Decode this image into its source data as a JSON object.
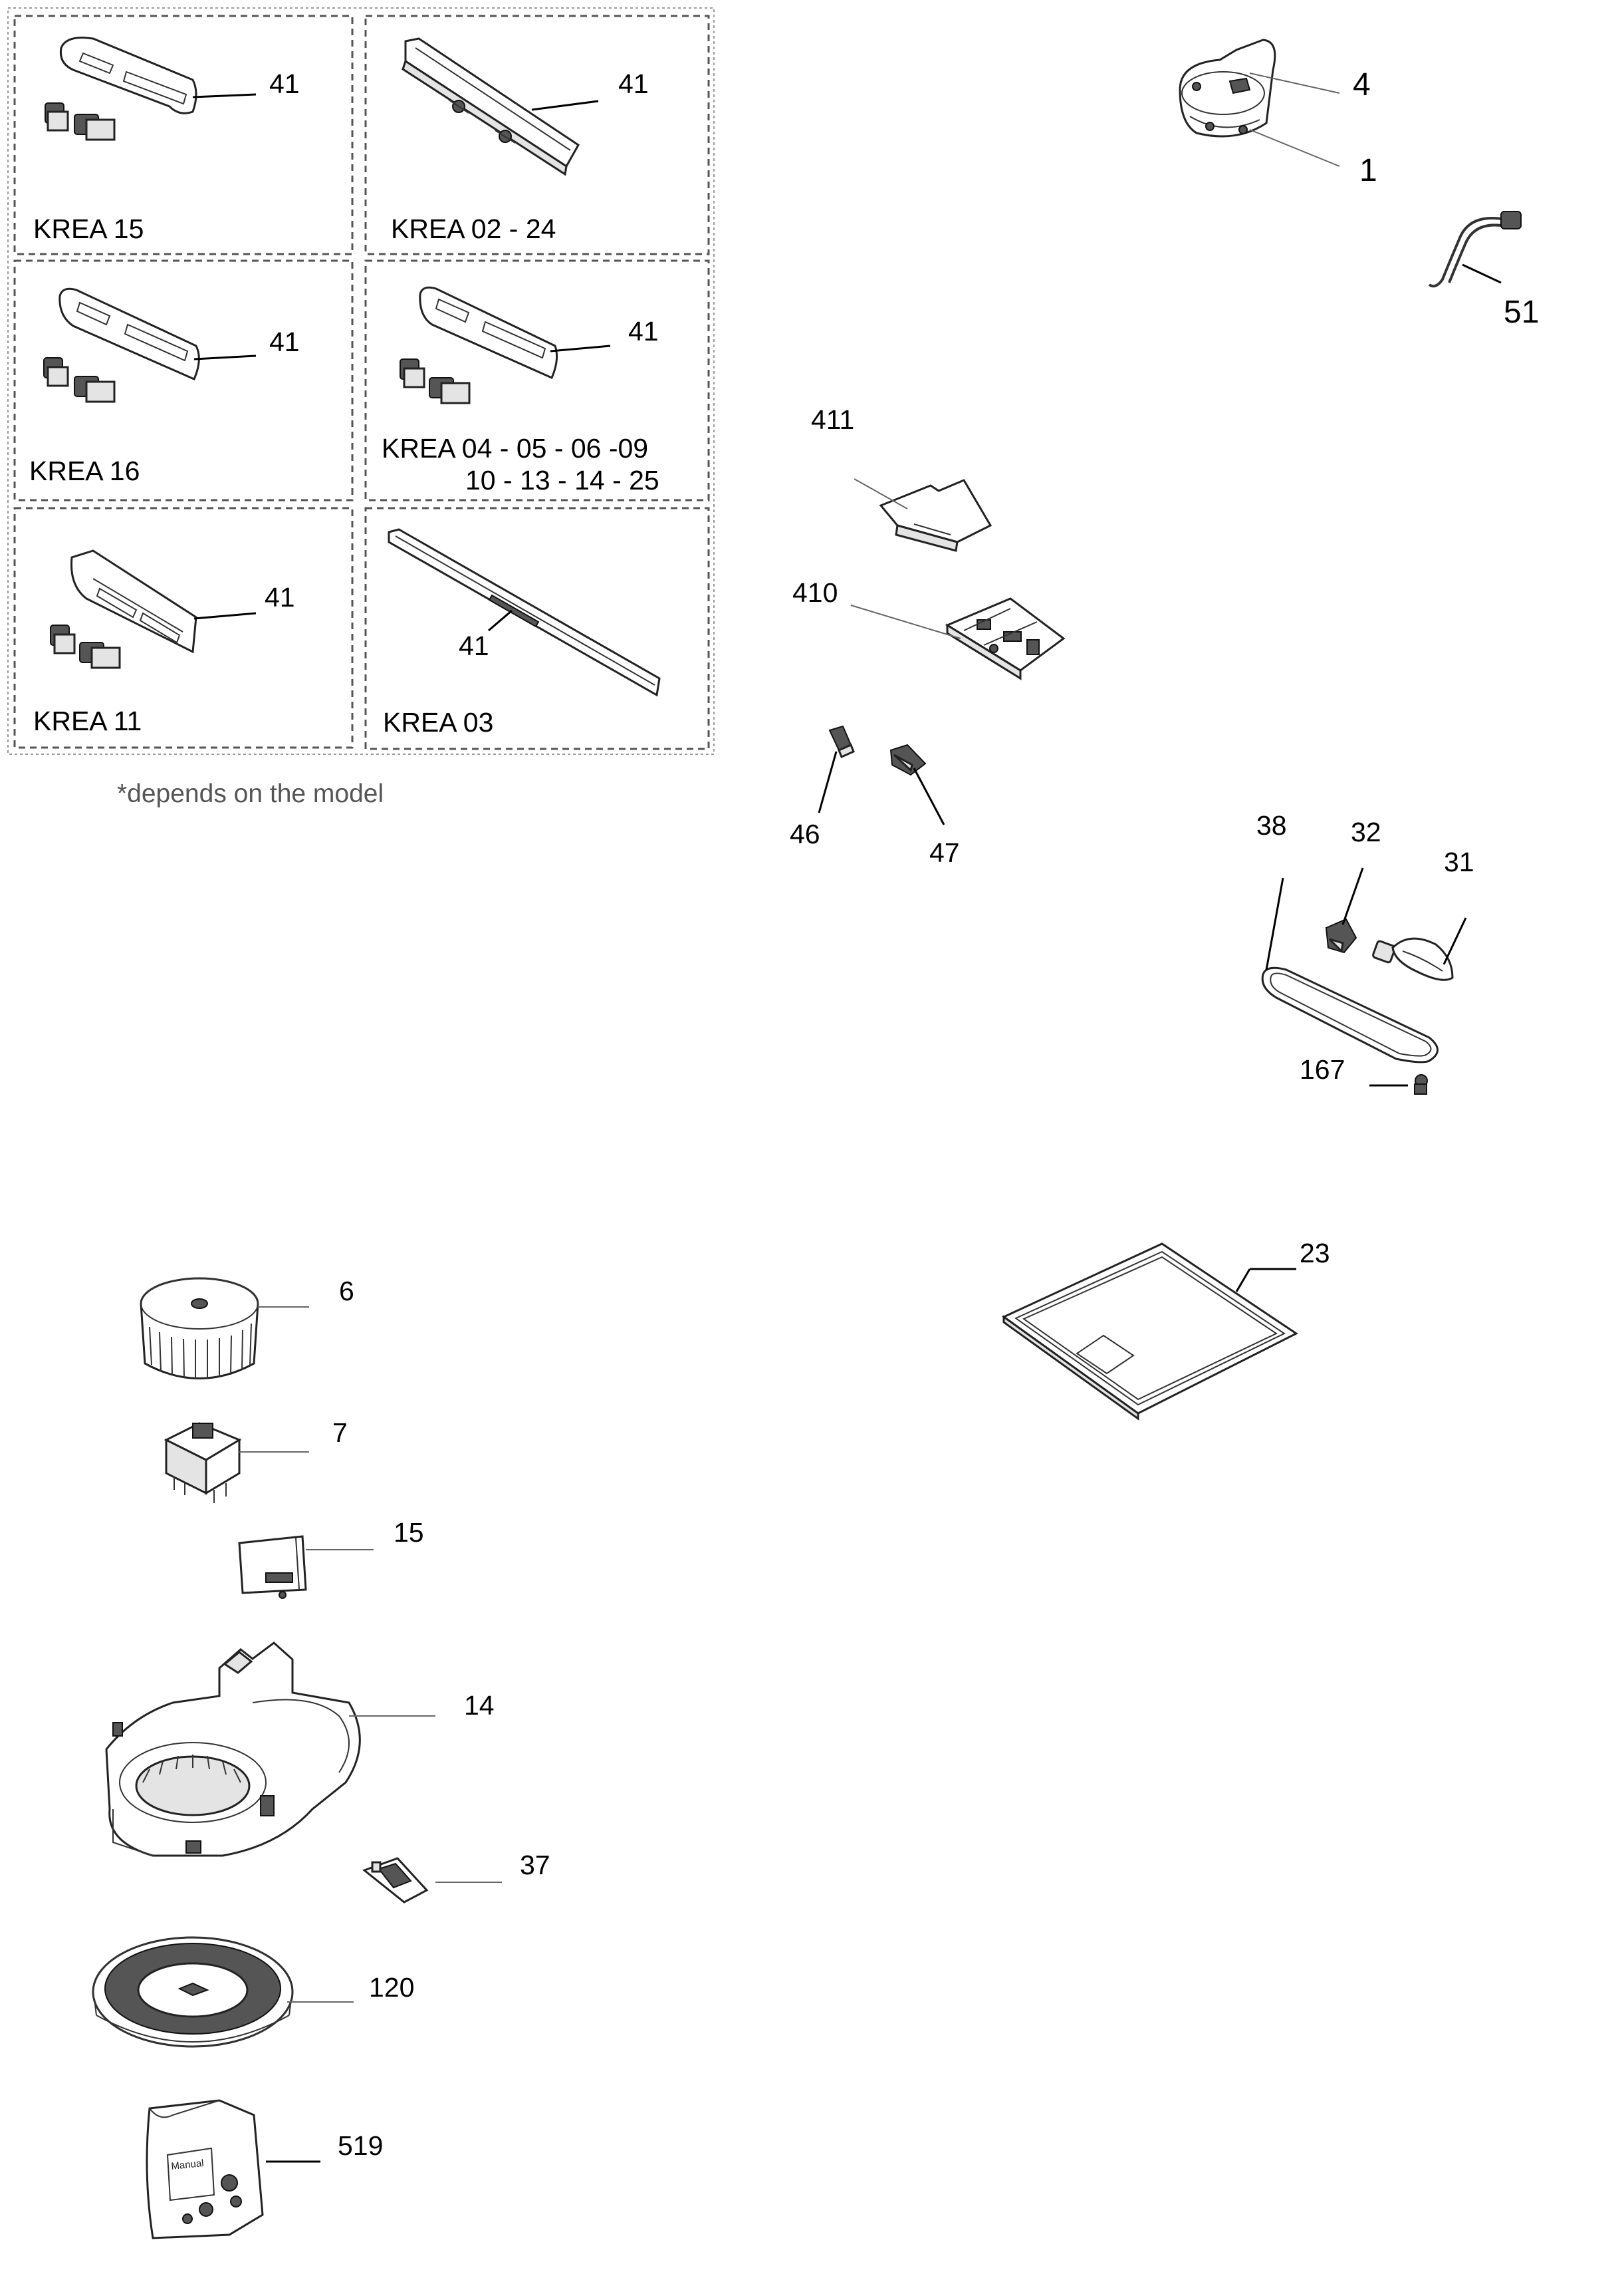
{
  "variant_boxes": [
    {
      "model": "KREA 15",
      "part": "41"
    },
    {
      "model": "KREA 02 - 24",
      "part": "41"
    },
    {
      "model": "KREA 16",
      "part": "41"
    },
    {
      "model": "KREA 04 - 05 - 06 -09",
      "model_line2": "10 - 13 - 14 - 25",
      "part": "41"
    },
    {
      "model": "KREA 11",
      "part": "41"
    },
    {
      "model": "KREA 03",
      "part": "41"
    }
  ],
  "note": "*depends on the model",
  "callouts": {
    "p4": "4",
    "p1": "1",
    "p51": "51",
    "p411": "411",
    "p410": "410",
    "p46": "46",
    "p47": "47",
    "p38": "38",
    "p32": "32",
    "p31": "31",
    "p167": "167",
    "p23": "23",
    "p6": "6",
    "p7": "7",
    "p15": "15",
    "p14": "14",
    "p37": "37",
    "p120": "120",
    "p519": "519"
  },
  "manual_label": "Manual"
}
